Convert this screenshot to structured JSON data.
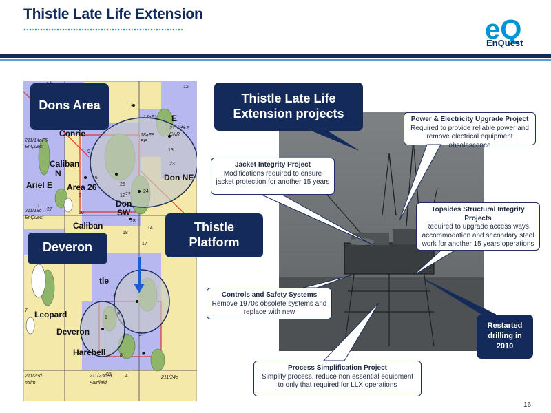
{
  "slide": {
    "title": "Thistle Late Life Extension",
    "page_number": "16"
  },
  "logo": {
    "mark": "eQ",
    "text": "EnQuest",
    "color": "#0096d6"
  },
  "map": {
    "labels": {
      "dons_area": "Dons Area",
      "thistle_platform": "Thistle\nPlatform",
      "deveron": "Deveron",
      "conrie": "Conrie",
      "caliban_n": "Caliban\nN",
      "ariel_e": "Ariel E",
      "area26": "Area 26",
      "caliban": "Caliban",
      "don_ne": "Don NE",
      "don_sw": "Don\nSW",
      "e": "E",
      "leopard": "Leopard",
      "deveron_field": "Deveron",
      "harebell": "Harebell",
      "thistle": "tle"
    },
    "block_labels": [
      "211/14aF5",
      "EnQuest",
      "211/18c",
      "EnQuest",
      "211/19cF",
      "CNR",
      "13aF1",
      "18aF8",
      "BP",
      "211/23d",
      "ntrim",
      "211/23cFa",
      "Fairfield",
      "211/24c",
      "Yellaw"
    ],
    "numbers": [
      "12",
      "7",
      "16",
      "11",
      "27",
      "9",
      "10",
      "12",
      "22",
      "24",
      "26",
      "28",
      "18",
      "14",
      "17",
      "3",
      "9",
      "1",
      "2",
      "8",
      "6",
      "4",
      "82",
      "7",
      "23",
      "13",
      "27",
      "5"
    ]
  },
  "photo_label": {
    "title": "Thistle Late Life\nExtension projects"
  },
  "callouts": {
    "power": {
      "title": "Power & Electricity Upgrade Project",
      "body": "Required to provide reliable power and remove electrical equipment obsolescence"
    },
    "jacket": {
      "title": "Jacket Integrity Project",
      "body": "Modifications required to ensure jacket protection for another 15 years"
    },
    "topsides": {
      "title": "Topsides Structural Integrity Projects",
      "body": "Required to upgrade access ways, accommodation and secondary steel work for another 15 years operations"
    },
    "controls": {
      "title": "Controls and Safety Systems",
      "body": "Remove 1970s obsolete systems and replace with new"
    },
    "process": {
      "title": "Process Simplification Project",
      "body": "Simplify process, reduce non essential equipment to only that required for LLX operations"
    },
    "drilling": {
      "text": "Restarted\ndrilling in\n2010"
    }
  },
  "colors": {
    "navy": "#132a5a",
    "map_blue": "#b7b8f0",
    "map_yellow": "#f4e9a8",
    "map_green": "#8fb56a"
  }
}
